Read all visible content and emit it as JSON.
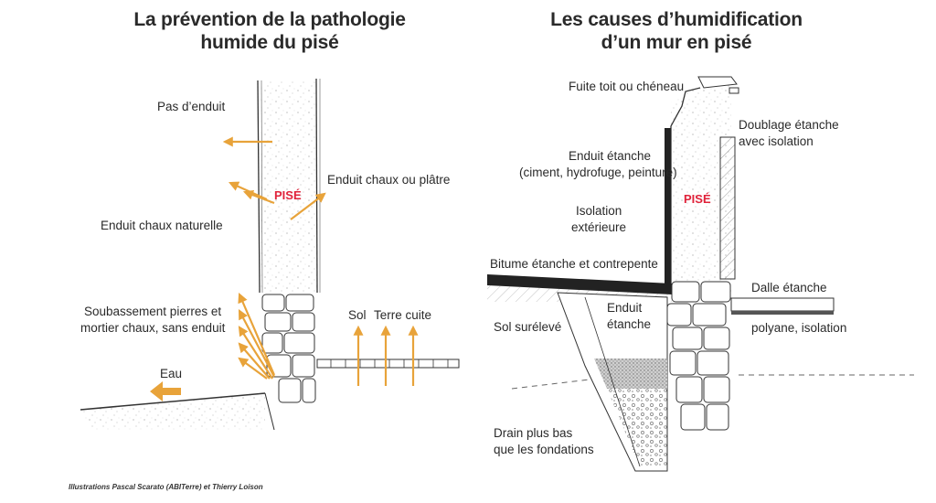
{
  "left": {
    "title_line1": "La prévention de la pathologie",
    "title_line2": "humide du pisé",
    "labels": {
      "pas_enduit": "Pas d’enduit",
      "enduit_chaux_platre": "Enduit chaux ou plâtre",
      "pise": "PISÉ",
      "enduit_chaux_naturelle": "Enduit chaux naturelle",
      "soubassement_1": "Soubassement pierres et",
      "soubassement_2": "mortier chaux, sans enduit",
      "sol": "Sol",
      "terre_cuite": "Terre cuite",
      "eau": "Eau"
    }
  },
  "right": {
    "title_line1": "Les causes d’humidification",
    "title_line2": "d’un mur en pisé",
    "labels": {
      "fuite_toit": "Fuite toit ou chéneau",
      "doublage_1": "Doublage étanche",
      "doublage_2": "avec isolation",
      "enduit_etanche_1": "Enduit étanche",
      "enduit_etanche_2": "(ciment, hydrofuge, peinture)",
      "pise": "PISÉ",
      "isolation_1": "Isolation",
      "isolation_2": "extérieure",
      "bitume": "Bitume étanche et contrepente",
      "dalle": "Dalle étanche",
      "enduit_2_1": "Enduit",
      "enduit_2_2": "étanche",
      "sol_sureleve": "Sol surélevé",
      "polyane": "polyane, isolation",
      "drain_1": "Drain plus bas",
      "drain_2": "que les fondations"
    }
  },
  "credit": "Illustrations Pascal Scarato (ABITerre) et Thierry Loison",
  "colors": {
    "arrow": "#e8a33a",
    "pise_label": "#e0223a",
    "ink": "#333333"
  }
}
